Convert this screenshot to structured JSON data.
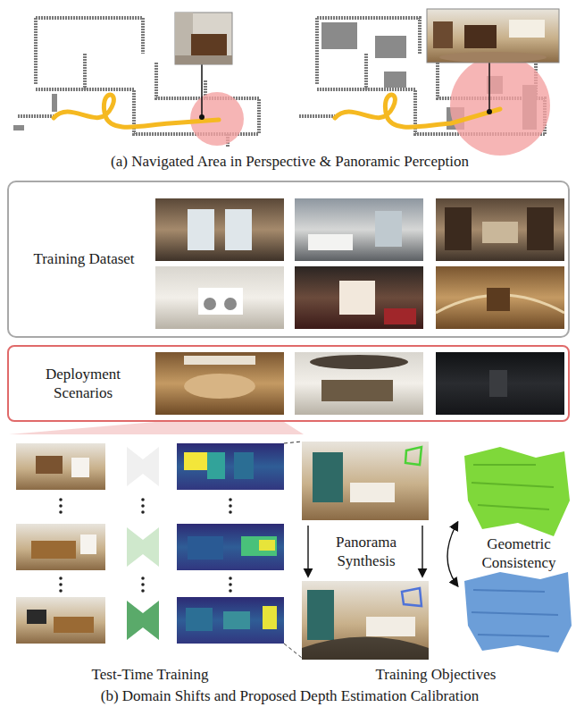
{
  "diagram": {
    "nodes": [
      {
        "text": [
          "Training Dataset"
        ]
      },
      {
        "text": [
          "Deployment Scenarios"
        ]
      }
    ],
    "labels": [
      "(a) Navigated Area in Perspective & Panoramic Perception",
      "Panorama Synthesis",
      "Geometric Consistency",
      "Test-Time Training",
      "Training Objectives",
      "(b) Domain Shifts and Proposed Depth Estimation Calibration"
    ]
  }
}
